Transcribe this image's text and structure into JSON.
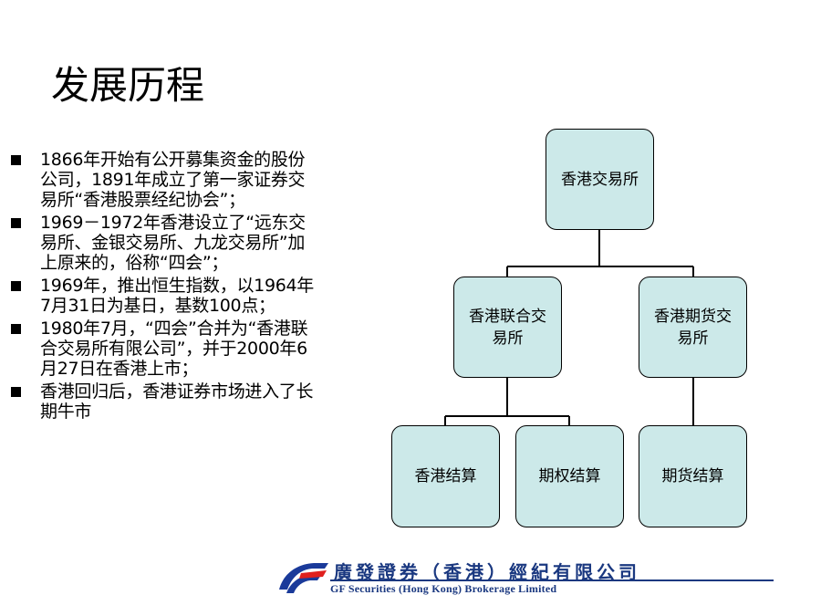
{
  "title": "发展历程",
  "bullets": [
    "1866年开始有公开募集资金的股份公司，1891年成立了第一家证券交易所“香港股票经纪协会”；",
    "1969－1972年香港设立了“远东交易所、金银交易所、九龙交易所”加上原来的，俗称“四会”；",
    "1969年，推出恒生指数，以1964年7月31日为基日，基数100点；",
    "1980年7月，“四会”合并为“香港联合交易所有限公司”，并于2000年6月27日在香港上市；",
    "香港回归后，香港证券市场进入了长期牛市"
  ],
  "org": {
    "root": "香港交易所",
    "l1": [
      "香港联合交易所",
      "香港期货交易所"
    ],
    "l2": [
      "香港结算",
      "期权结算",
      "期货结算"
    ]
  },
  "footer": {
    "company_cn": "廣發證券（香港）經紀有限公司",
    "company_en": "GF Securities (Hong Kong) Brokerage Limited",
    "logo_colors": {
      "blue": "#1a3a9a",
      "red": "#e0201e"
    }
  }
}
